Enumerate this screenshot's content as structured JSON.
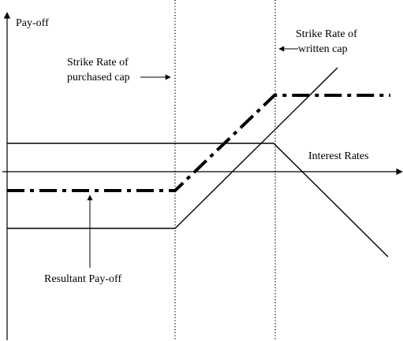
{
  "diagram": {
    "y_axis_label": "Pay-off",
    "x_axis_label": "Interest Rates",
    "purchased_cap_label": [
      "Strike Rate of",
      "purchased cap"
    ],
    "written_cap_label": [
      "Strike Rate of",
      "written cap"
    ],
    "resultant_label": "Resultant Pay-off"
  },
  "colors": {
    "ink": "#000000",
    "background": "#ffffff"
  }
}
